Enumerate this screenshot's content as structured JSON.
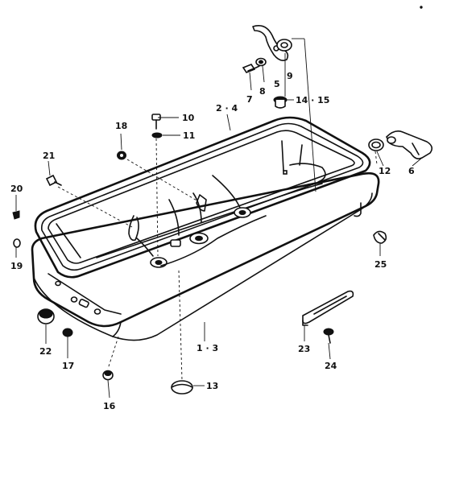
{
  "callouts": [
    {
      "id": "c1-3",
      "text": "1 · 3"
    },
    {
      "id": "c2-4",
      "text": "2 · 4"
    },
    {
      "id": "c5",
      "text": "5"
    },
    {
      "id": "c6",
      "text": "6"
    },
    {
      "id": "c7",
      "text": "7"
    },
    {
      "id": "c8",
      "text": "8"
    },
    {
      "id": "c9",
      "text": "9"
    },
    {
      "id": "c10",
      "text": "10"
    },
    {
      "id": "c11",
      "text": "11"
    },
    {
      "id": "c12",
      "text": "12"
    },
    {
      "id": "c13",
      "text": "13"
    },
    {
      "id": "c14-15",
      "text": "14 · 15"
    },
    {
      "id": "c16",
      "text": "16"
    },
    {
      "id": "c17",
      "text": "17"
    },
    {
      "id": "c18",
      "text": "18"
    },
    {
      "id": "c19",
      "text": "19"
    },
    {
      "id": "c20",
      "text": "20"
    },
    {
      "id": "c21",
      "text": "21"
    },
    {
      "id": "c22",
      "text": "22"
    },
    {
      "id": "c23",
      "text": "23"
    },
    {
      "id": "c24",
      "text": "24"
    },
    {
      "id": "c25",
      "text": "25"
    }
  ]
}
